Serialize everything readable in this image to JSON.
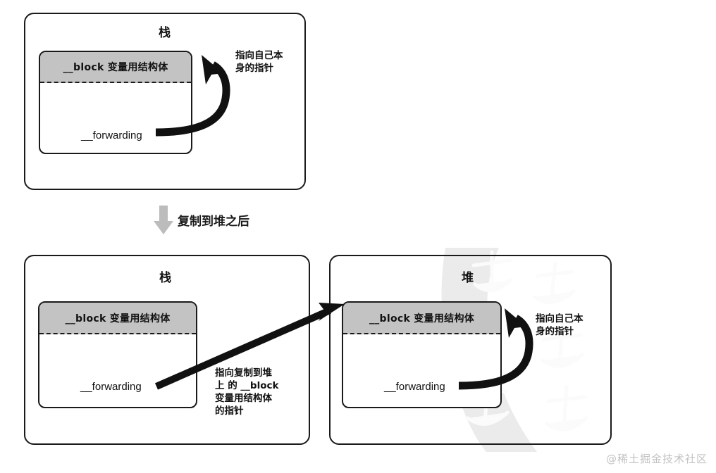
{
  "diagram": {
    "title_top_region": "栈",
    "transition_label": "复制到堆之后",
    "watermark_credit": "@稀土掘金技术社区",
    "struct_header_label": "__block 变量用结构体",
    "forwarding_field_label": "__forwarding",
    "notes": {
      "self_pointer": "指向自己本\n身的指针",
      "heap_pointer": "指向复制到堆\n上 的 __block\n变量用结构体\n的指针"
    },
    "regions": [
      {
        "name": "stack-top",
        "label": "栈"
      },
      {
        "name": "stack-bottom",
        "label": "栈"
      },
      {
        "name": "heap-bottom",
        "label": "堆"
      }
    ],
    "colors": {
      "struct_header_fill": "#c3c3c3",
      "outline": "#1a1a1a",
      "arrow": "#111111",
      "transition_arrow": "#b8b8b8",
      "watermark": "#ececec",
      "credit_text": "#c2c2c2"
    }
  }
}
